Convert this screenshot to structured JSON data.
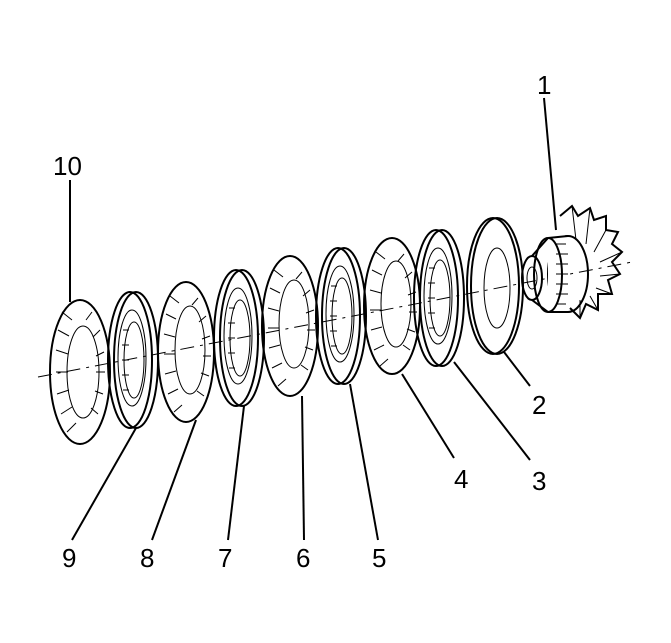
{
  "diagram": {
    "callouts": [
      {
        "id": "1",
        "label": "1"
      },
      {
        "id": "2",
        "label": "2"
      },
      {
        "id": "3",
        "label": "3"
      },
      {
        "id": "4",
        "label": "4"
      },
      {
        "id": "5",
        "label": "5"
      },
      {
        "id": "6",
        "label": "6"
      },
      {
        "id": "7",
        "label": "7"
      },
      {
        "id": "8",
        "label": "8"
      },
      {
        "id": "9",
        "label": "9"
      },
      {
        "id": "10",
        "label": "10"
      }
    ],
    "parts": [
      "gear",
      "washer",
      "plate",
      "disc",
      "plate",
      "disc",
      "plate",
      "disc",
      "plate",
      "disc"
    ]
  }
}
